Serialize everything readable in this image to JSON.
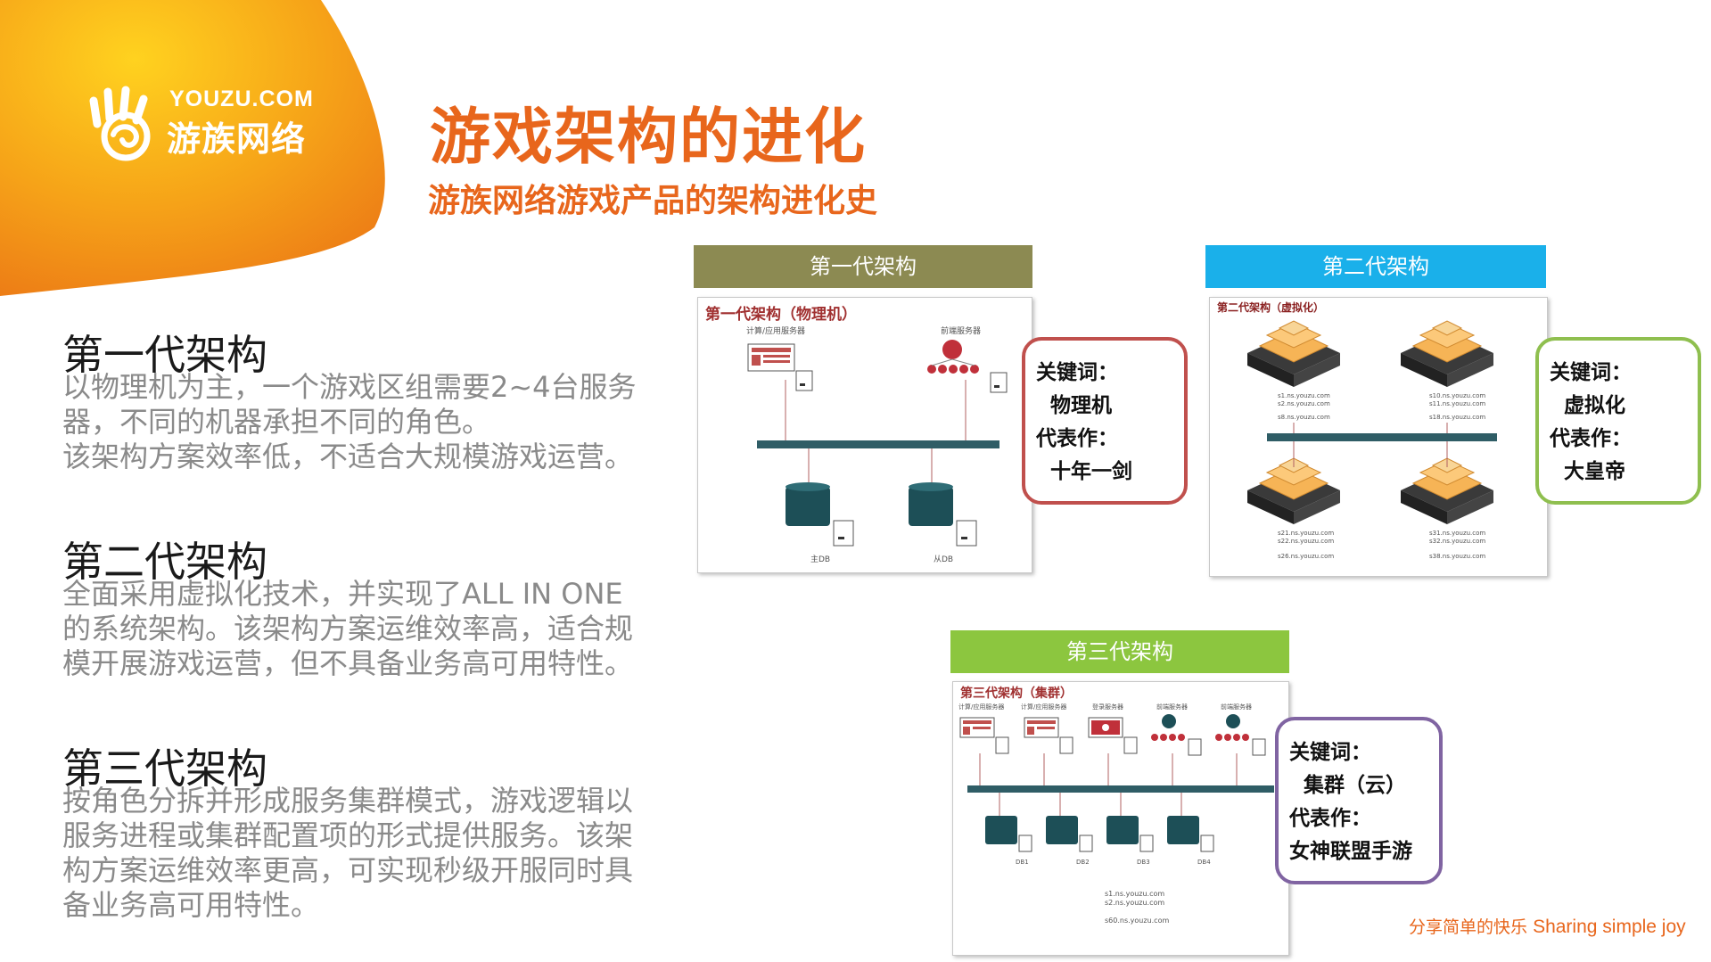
{
  "logo": {
    "en": "YOUZU.COM",
    "cn": "游族网络",
    "icon": "hand-swirl-logo-icon"
  },
  "title": "游戏架构的进化",
  "subtitle": "游族网络游戏产品的架构进化史",
  "sections": [
    {
      "heading": "第一代架构",
      "lines": [
        "以物理机为主，一个游戏区组需要2~4台服务",
        "器，不同的机器承担不同的角色。",
        "该架构方案效率低，不适合大规模游戏运营。"
      ]
    },
    {
      "heading": "第二代架构",
      "lines": [
        "全面采用虚拟化技术，并实现了ALL IN ONE",
        "的系统架构。该架构方案运维效率高，适合规",
        "模开展游戏运营，但不具备业务高可用特性。"
      ]
    },
    {
      "heading": "第三代架构",
      "lines": [
        "按角色分拆并形成服务集群模式，游戏逻辑以",
        "服务进程或集群配置项的形式提供服务。该架",
        "构方案运维效率更高，可实现秒级开服同时具",
        "备业务高可用特性。"
      ]
    }
  ],
  "gen1": {
    "header": "第一代架构",
    "diagram_title": "第一代架构（物理机）",
    "labels": {
      "compute": "计算/应用服务器",
      "frontend": "前端服务器",
      "master_db": "主DB",
      "slave_db": "从DB"
    },
    "keywords": {
      "k_label": "关键词：",
      "k_value": "物理机",
      "r_label": "代表作：",
      "r_value": "十年一剑"
    },
    "colors": {
      "header": "#8c8a52",
      "box": "#c0504d"
    }
  },
  "gen2": {
    "header": "第二代架构",
    "diagram_title": "第二代架构（虚拟化）",
    "hosts": [
      [
        "s1.ns.youzu.com",
        "s2.ns.youzu.com",
        "s8.ns.youzu.com"
      ],
      [
        "s10.ns.youzu.com",
        "s11.ns.youzu.com",
        "s18.ns.youzu.com"
      ],
      [
        "s21.ns.youzu.com",
        "s22.ns.youzu.com",
        "s26.ns.youzu.com"
      ],
      [
        "s31.ns.youzu.com",
        "s32.ns.youzu.com",
        "s38.ns.youzu.com"
      ]
    ],
    "keywords": {
      "k_label": "关键词：",
      "k_value": "虚拟化",
      "r_label": "代表作：",
      "r_value": "大皇帝"
    },
    "colors": {
      "header": "#1ab0ea",
      "box": "#8fbf4f"
    }
  },
  "gen3": {
    "header": "第三代架构",
    "diagram_title": "第三代架构（集群）",
    "labels": [
      "计算/应用服务器",
      "计算/应用服务器",
      "登录服务器",
      "前端服务器",
      "前端服务器"
    ],
    "dbs": [
      "DB1",
      "DB2",
      "DB3",
      "DB4"
    ],
    "hosts": [
      "s1.ns.youzu.com",
      "s2.ns.youzu.com",
      "s60.ns.youzu.com"
    ],
    "keywords": {
      "k_label": "关键词：",
      "k_value": "集群（云）",
      "r_label": "代表作：",
      "r_value": "女神联盟手游"
    },
    "colors": {
      "header": "#8cc63f",
      "box": "#8064a2"
    }
  },
  "slogan": {
    "cn": "分享简单的快乐",
    "en": "Sharing simple joy"
  },
  "colors": {
    "accent": "#e8661c",
    "dbnavy": "#1d4f57",
    "bus": "#2f5d66"
  }
}
